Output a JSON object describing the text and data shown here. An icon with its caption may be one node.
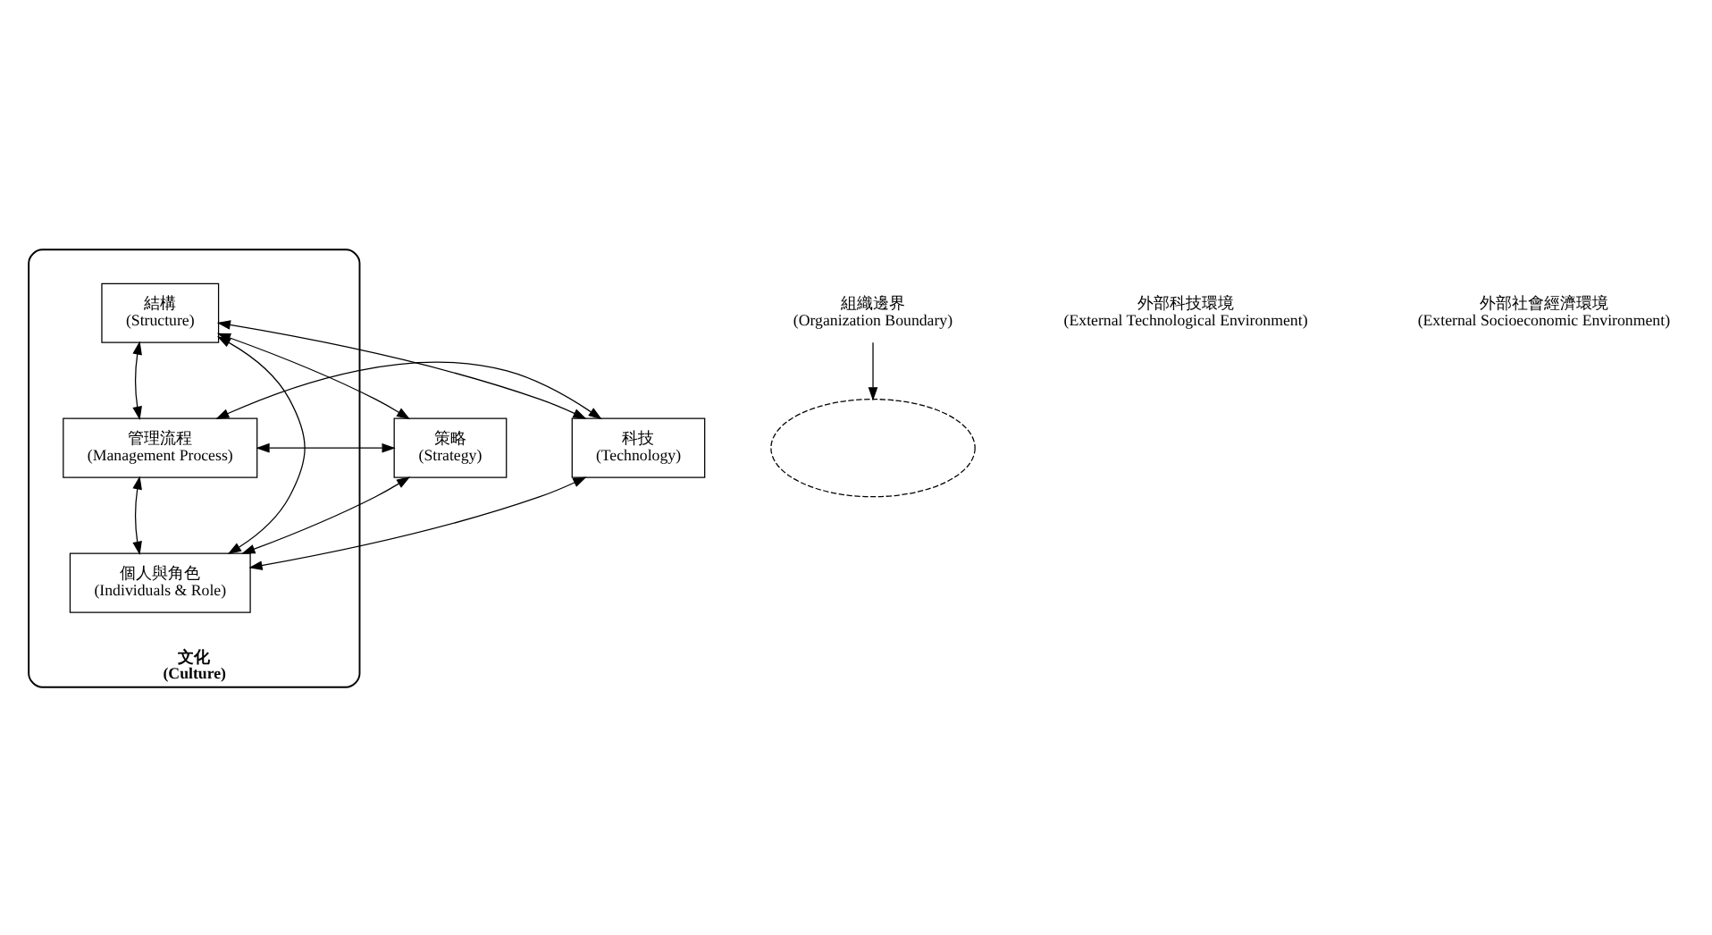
{
  "diagram": {
    "nodes": [
      {
        "text": [
          "文化 (Culture)"
        ]
      },
      {
        "text": [
          "結構 (Structure)"
        ],
        "in": 0
      },
      {
        "text": [
          "策略 (Strategy)"
        ]
      },
      {
        "text": [
          "管理流程 (Management Process)"
        ],
        "in": 0
      },
      {
        "text": [
          "科技 (Technology)"
        ]
      },
      {
        "text": [
          "個人與角色 (Individuals & Role)"
        ],
        "in": 0
      },
      {
        "text": [],
        "shape": "ellipse"
      },
      {
        "text": [
          "組織邊界 (Organization Boundary)"
        ]
      }
    ],
    "edges": [
      {
        "from": 2,
        "to": 1,
        "arrow": "both"
      },
      {
        "from": 1,
        "to": 4,
        "arrow": "both"
      },
      {
        "from": 1,
        "to": 3,
        "arrow": "both"
      },
      {
        "from": 2,
        "to": 3,
        "arrow": "both"
      },
      {
        "from": 3,
        "to": 4,
        "arrow": "both"
      },
      {
        "from": 3,
        "to": 5,
        "arrow": "both"
      },
      {
        "from": 2,
        "to": 5,
        "arrow": "both"
      },
      {
        "from": 5,
        "to": 4,
        "arrow": "both"
      },
      {
        "from": 1,
        "to": 5,
        "arrow": "both"
      },
      {
        "from": 7,
        "to": 6,
        "arrow": "to"
      }
    ],
    "labels": [
      "外部科技環境 (External Technological Environment)",
      "外部社會經濟環境 (External Socioeconomic Environment)"
    ]
  }
}
